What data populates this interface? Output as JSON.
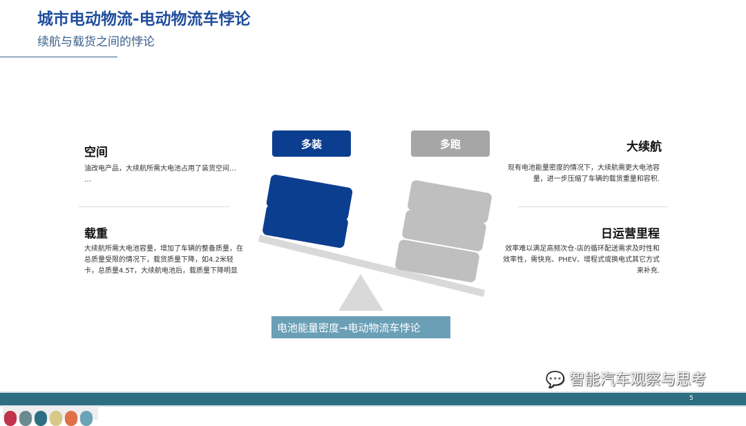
{
  "header": {
    "title": "城市电动物流-电动物流车悖论",
    "subtitle": "续航与载货之间的悖论"
  },
  "left": [
    {
      "heading": "空间",
      "text": "油改电产品，大续航所需大电池占用了装货空间… …"
    },
    {
      "heading": "载重",
      "text": "大续航所需大电池容量，增加了车辆的整备质量，在总质量受限的情况下，载货质量下降，如4.2米轻卡，总质量4.5T，大续航电池后，载质量下降明显"
    }
  ],
  "right": [
    {
      "heading": "大续航",
      "text": "现有电池能量密度的情况下，大续航需更大电池容量，进一步压缩了车辆的载货重量和容积."
    },
    {
      "heading": "日运营里程",
      "text": "效率难以满足高频次仓-店的循环配送需求及时性和效率性，需快充、PHEV、增程式或换电式其它方式来补充."
    }
  ],
  "center": {
    "left_label": "多装",
    "right_label": "多跑",
    "caption": "电池能量密度→电动物流车悖论"
  },
  "footer": {
    "watermark": "智能汽车观察与思考",
    "page": "5"
  },
  "colors": {
    "title": "#1f4e9c",
    "blue_block": "#0b3e8f",
    "gray_block": "#a6a6a6",
    "bar": "#2e6e82",
    "caption_bg": "#6a9fb5",
    "dots": [
      "#c0334a",
      "#6a8a90",
      "#2e6e82",
      "#d8c98a",
      "#e07048",
      "#6aa3b8"
    ]
  }
}
